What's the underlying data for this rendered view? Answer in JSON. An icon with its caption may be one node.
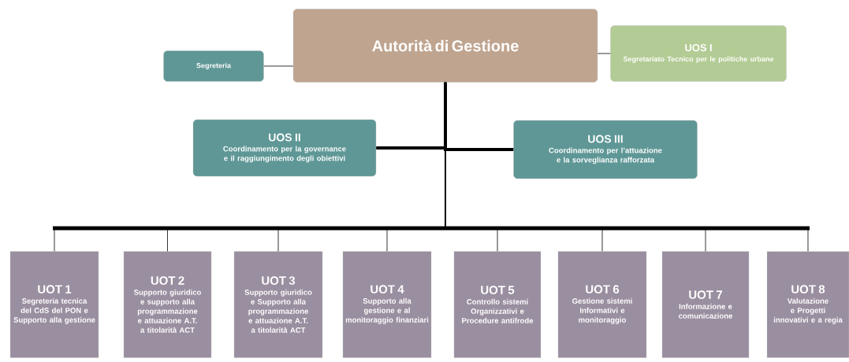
{
  "diagram": {
    "nodes": [
      {
        "text": [
          "Autorità di Gestione"
        ]
      },
      {
        "text": [
          "Segreteria"
        ]
      },
      {
        "text": [
          "UOS I",
          "Segretariato Tecnico per le politiche urbane"
        ]
      },
      {
        "text": [
          "UOS II",
          "Coordinamento per la governance e il raggiungimento degli obiettivi"
        ]
      },
      {
        "text": [
          "UOS III",
          "Coordinamento per l’attuazione e la sorveglianza rafforzata"
        ]
      },
      {
        "text": [
          "UOT 1",
          "Segreteria tecnica del CdS del PON e Supporto alla gestione"
        ]
      },
      {
        "text": [
          "UOT 2",
          "Supporto giuridico e supporto alla programmazione e attuazione A.T. a titolarità ACT"
        ]
      },
      {
        "text": [
          "UOT 3",
          "Supporto giuridico e Supporto alla programmazione e attuazione A.T. a titolarità ACT"
        ]
      },
      {
        "text": [
          "UOT 4",
          "Supporto alla gestione e al monitoraggio finanziari"
        ]
      },
      {
        "text": [
          "UOT 5",
          "Controllo sistemi Organizzativi e Procedure antifrode"
        ]
      },
      {
        "text": [
          "UOT 6",
          "Gestione sistemi Informativi e monitoraggio"
        ]
      },
      {
        "text": [
          "UOT 7",
          "Informazione e comunicazione"
        ]
      },
      {
        "text": [
          "UOT 8",
          "Valutazione e Progetti innovativi e a regia"
        ]
      }
    ],
    "edges": [
      {
        "from": 0,
        "to": 1,
        "arrow": "none"
      },
      {
        "from": 0,
        "to": 2,
        "arrow": "none"
      },
      {
        "from": 0,
        "to": 3,
        "arrow": "none",
        "style": "thick"
      },
      {
        "from": 0,
        "to": 4,
        "arrow": "none",
        "style": "thick"
      },
      {
        "from": 0,
        "to": 5,
        "arrow": "none"
      },
      {
        "from": 0,
        "to": 6,
        "arrow": "none"
      },
      {
        "from": 0,
        "to": 7,
        "arrow": "none"
      },
      {
        "from": 0,
        "to": 8,
        "arrow": "none"
      },
      {
        "from": 0,
        "to": 9,
        "arrow": "none"
      },
      {
        "from": 0,
        "to": 10,
        "arrow": "none"
      },
      {
        "from": 0,
        "to": 11,
        "arrow": "none"
      },
      {
        "from": 0,
        "to": 12,
        "arrow": "none"
      }
    ]
  }
}
